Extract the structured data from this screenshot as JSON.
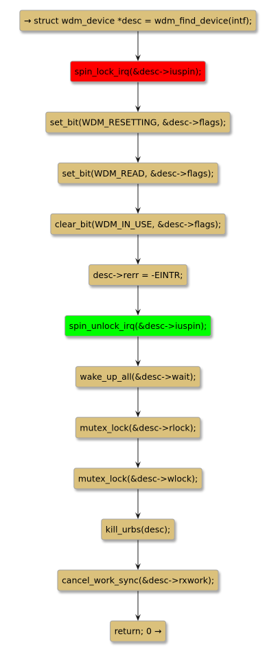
{
  "diagram": {
    "type": "activity-flowchart",
    "colors": {
      "default_fill": "#dbc17c",
      "lock_fill": "#ff0000",
      "unlock_fill": "#00ff00",
      "text": "#000000",
      "edge": "#181818"
    },
    "nodes": [
      {
        "id": "get-desc",
        "label": "→ struct wdm_device *desc = wdm_find_device(intf);",
        "fill": "#dbc17c"
      },
      {
        "id": "spin-lock-irq",
        "label": "spin_lock_irq(&desc->iuspin);",
        "fill": "#ff0000"
      },
      {
        "id": "set-bit-resetting",
        "label": "set_bit(WDM_RESETTING, &desc->flags);",
        "fill": "#dbc17c"
      },
      {
        "id": "set-bit-read",
        "label": "set_bit(WDM_READ, &desc->flags);",
        "fill": "#dbc17c"
      },
      {
        "id": "clear-bit-in-use",
        "label": "clear_bit(WDM_IN_USE, &desc->flags);",
        "fill": "#dbc17c"
      },
      {
        "id": "set-rerr",
        "label": "desc->rerr = -EINTR;",
        "fill": "#dbc17c"
      },
      {
        "id": "spin-unlock-irq",
        "label": "spin_unlock_irq(&desc->iuspin);",
        "fill": "#00ff00"
      },
      {
        "id": "wake-up-all",
        "label": "wake_up_all(&desc->wait);",
        "fill": "#dbc17c"
      },
      {
        "id": "mutex-lock-rlock",
        "label": "mutex_lock(&desc->rlock);",
        "fill": "#dbc17c"
      },
      {
        "id": "mutex-lock-wlock",
        "label": "mutex_lock(&desc->wlock);",
        "fill": "#dbc17c"
      },
      {
        "id": "kill-urbs",
        "label": "kill_urbs(desc);",
        "fill": "#dbc17c"
      },
      {
        "id": "cancel-work-sync",
        "label": "cancel_work_sync(&desc->rxwork);",
        "fill": "#dbc17c"
      },
      {
        "id": "return-zero",
        "label": "return; 0 →",
        "fill": "#dbc17c"
      }
    ]
  }
}
